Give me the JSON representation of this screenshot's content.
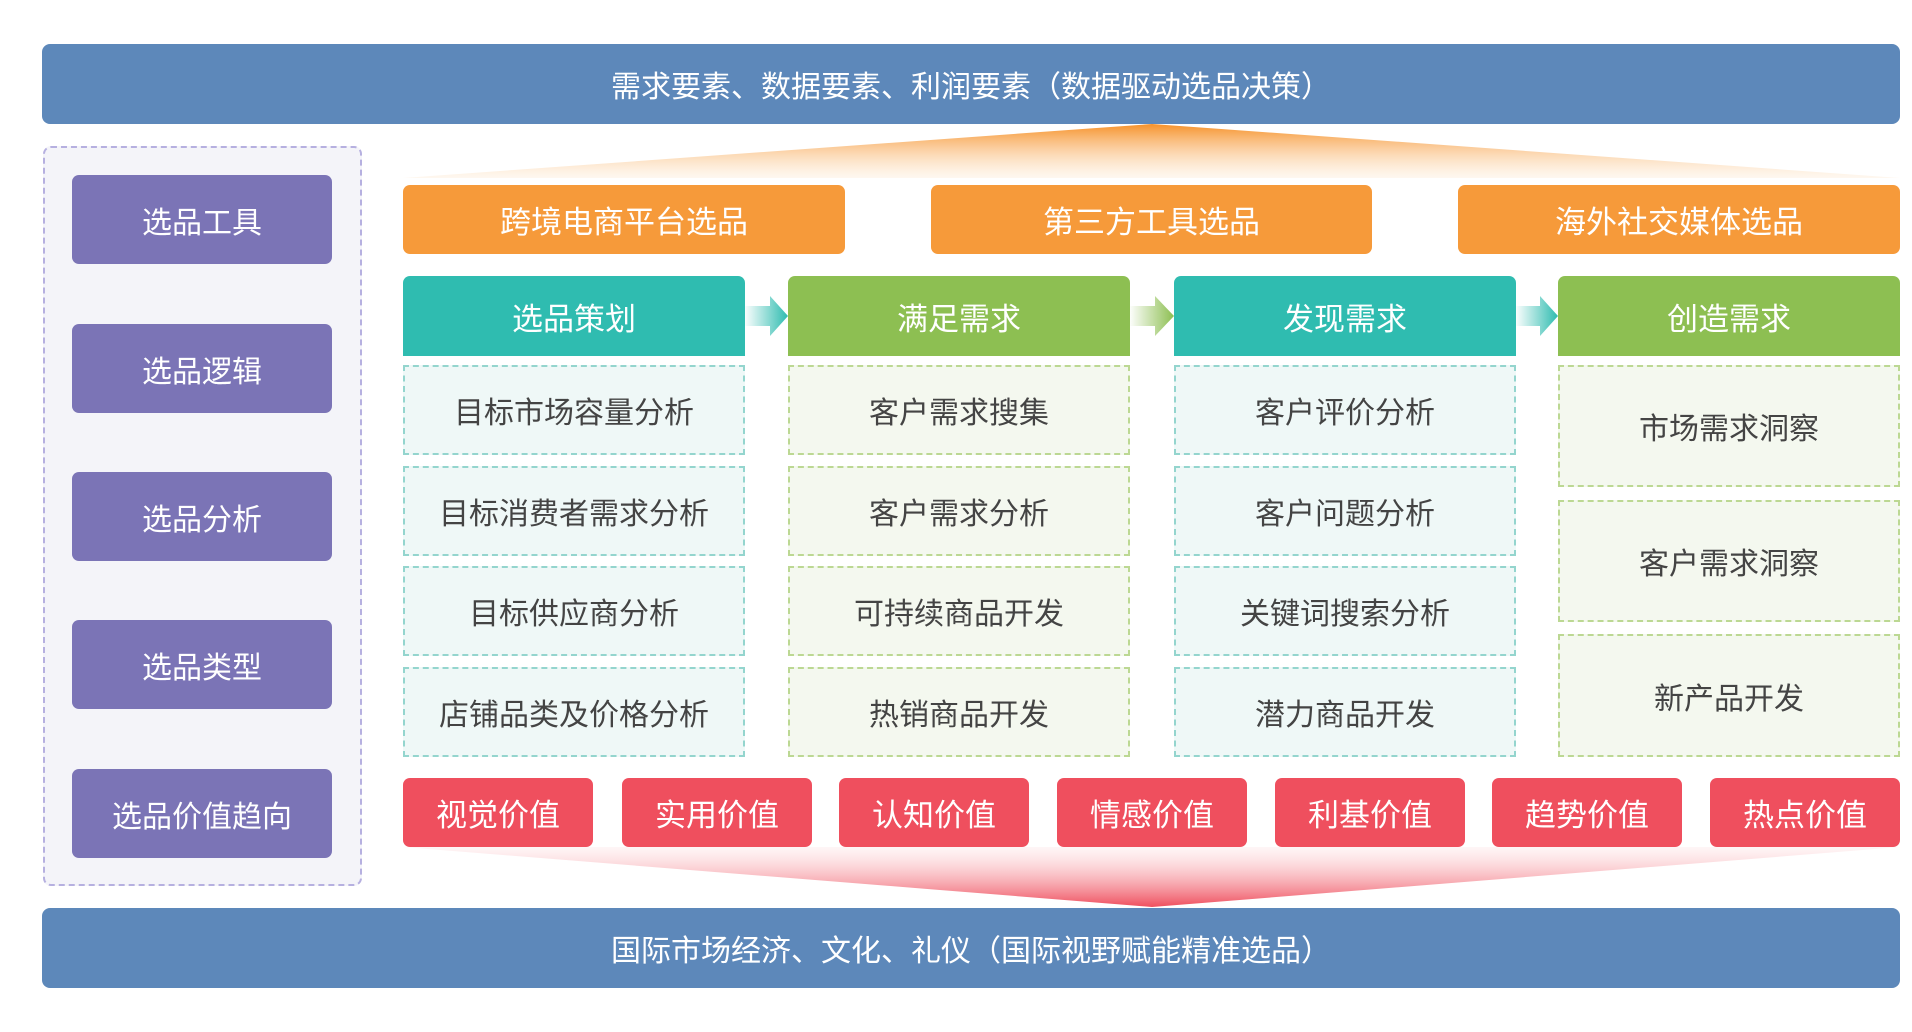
{
  "top_bar": "需求要素、数据要素、利润要素（数据驱动选品决策）",
  "bottom_bar": "国际市场经济、文化、礼仪（国际视野赋能精准选品）",
  "left_labels": [
    "选品工具",
    "选品逻辑",
    "选品分析",
    "选品类型",
    "选品价值趋向"
  ],
  "tools": [
    "跨境电商平台选品",
    "第三方工具选品",
    "海外社交媒体选品"
  ],
  "columns": [
    {
      "title": "选品策划",
      "items": [
        "目标市场容量分析",
        "目标消费者需求分析",
        "目标供应商分析",
        "店铺品类及价格分析"
      ]
    },
    {
      "title": "满足需求",
      "items": [
        "客户需求搜集",
        "客户需求分析",
        "可持续商品开发",
        "热销商品开发"
      ]
    },
    {
      "title": "发现需求",
      "items": [
        "客户评价分析",
        "客户问题分析",
        "关键词搜索分析",
        "潜力商品开发"
      ]
    },
    {
      "title": "创造需求",
      "items": [
        "市场需求洞察",
        "客户需求洞察",
        "新产品开发"
      ]
    }
  ],
  "values": [
    "视觉价值",
    "实用价值",
    "认知价值",
    "情感价值",
    "利基价值",
    "趋势价值",
    "热点价值"
  ],
  "colors": {
    "blue": "#5d88ba",
    "purple": "#7b74b6",
    "orange": "#f69a3a",
    "teal": "#2fbcb0",
    "green": "#8dbf52",
    "red": "#ef4f5e"
  }
}
